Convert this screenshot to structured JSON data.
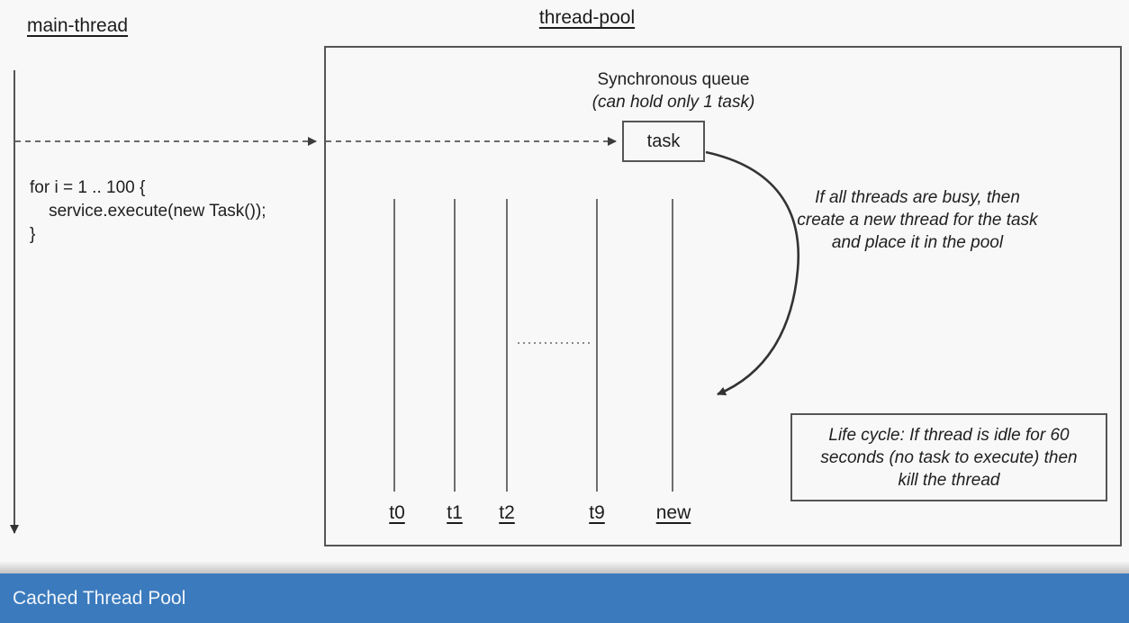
{
  "diagram": {
    "main_thread": {
      "title": "main-thread",
      "code": "for i = 1 .. 100 {\n    service.execute(new Task());\n}"
    },
    "thread_pool": {
      "title": "thread-pool",
      "queue_label": "Synchronous queue",
      "queue_sublabel": "(can hold only 1 task)",
      "task_box_label": "task",
      "threads": [
        {
          "label": "t0"
        },
        {
          "label": "t1"
        },
        {
          "label": "t2"
        },
        {
          "label": "t9"
        },
        {
          "label": "new"
        }
      ],
      "busy_note": "If all threads are busy, then\ncreate a new thread for the task\nand place it in the pool",
      "lifecycle_note": "Life cycle: If thread is idle for 60\nseconds (no task to execute) then\nkill the thread"
    },
    "footer": {
      "title": "Cached Thread Pool"
    },
    "colors": {
      "background": "#f8f8f8",
      "line": "#555555",
      "footer_bar": "#3a7abd"
    }
  }
}
